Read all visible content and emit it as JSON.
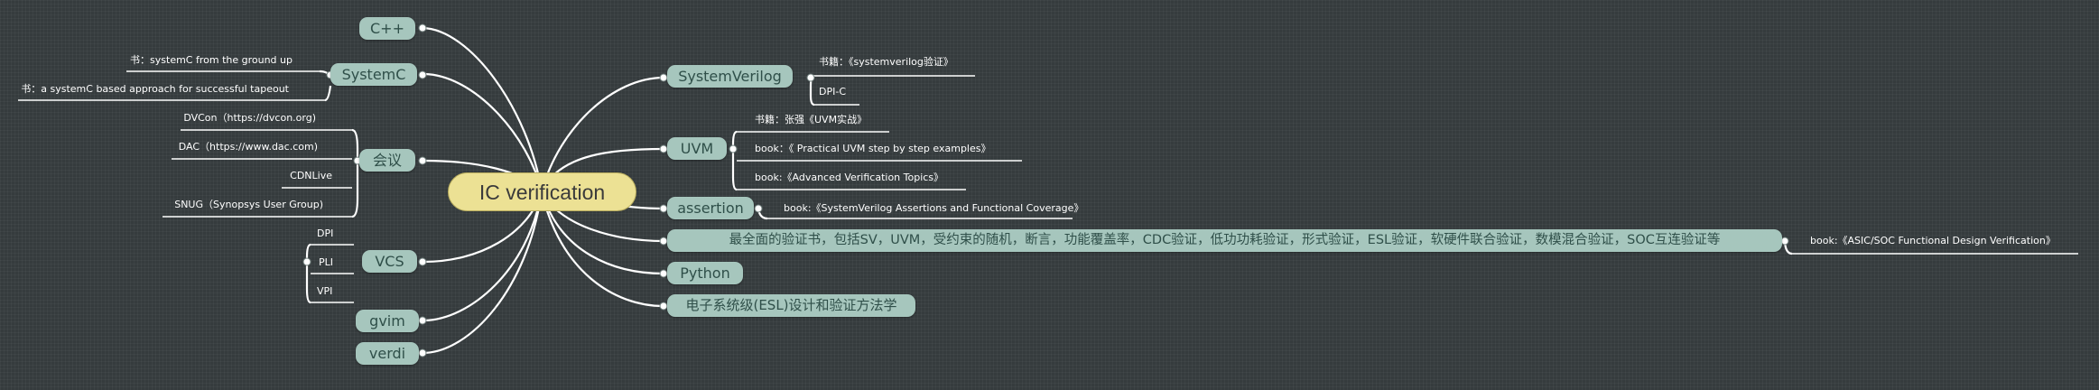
{
  "root": "IC verification",
  "left": {
    "cpp": {
      "label": "C++"
    },
    "systemc": {
      "label": "SystemC",
      "leaves": [
        "书：systemC from the ground up",
        "书：a systemC based approach for successful tapeout"
      ]
    },
    "conf": {
      "label": "会议",
      "leaves": [
        "DVCon（https://dvcon.org)",
        "DAC（https://www.dac.com)",
        "CDNLive",
        "SNUG（Synopsys User Group)"
      ]
    },
    "vcs": {
      "label": "VCS",
      "leaves": [
        "DPI",
        "PLI",
        "VPI"
      ]
    },
    "gvim": {
      "label": "gvim"
    },
    "verdi": {
      "label": "verdi"
    }
  },
  "right": {
    "sv": {
      "label": "SystemVerilog",
      "leaves": [
        "书籍：《systemverilog验证》",
        "DPI-C"
      ]
    },
    "uvm": {
      "label": "UVM",
      "leaves": [
        "书籍：张强《UVM实战》",
        "book：《 Practical UVM step by step examples》",
        "book:《Advanced Verification Topics》"
      ]
    },
    "assertion": {
      "label": "assertion",
      "leaves": [
        "book:《SystemVerilog Assertions and Functional Coverage》"
      ]
    },
    "book": {
      "label": "最全面的验证书，包括SV，UVM，受约束的随机，断言，功能覆盖率，CDC验证，低功功耗验证，形式验证，ESL验证，软硬件联合验证，数模混合验证，SOC互连验证等",
      "leaves": [
        "book:《ASIC/SOC Functional Design Verification》"
      ]
    },
    "python": {
      "label": "Python"
    },
    "esl": {
      "label": "电子系统级(ESL)设计和验证方法学"
    }
  }
}
